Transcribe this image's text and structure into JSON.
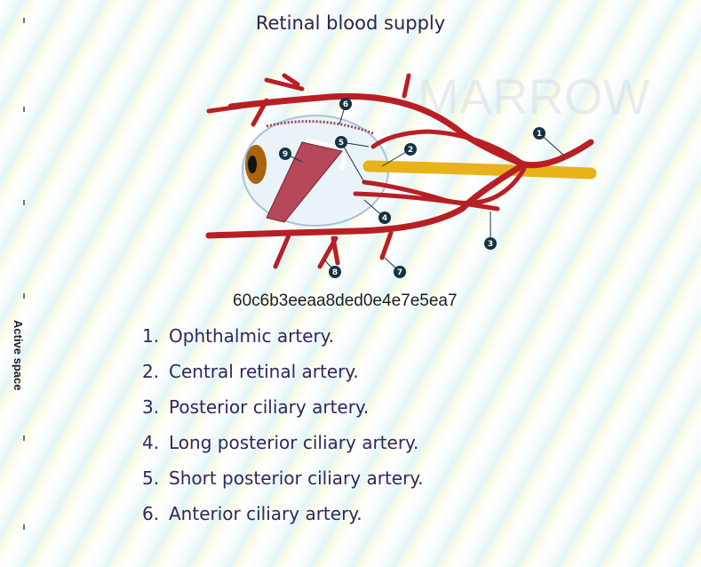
{
  "title": "Retinal blood supply",
  "side_label": "Active space",
  "watermark": "MARROW",
  "diagram": {
    "labels": [
      "1",
      "2",
      "3",
      "4",
      "5",
      "6",
      "7",
      "8",
      "9"
    ],
    "id_text": "60c6b3eeaa8ded0e4e7e5ea7",
    "colors": {
      "artery": "#b81f25",
      "nerve": "#e8b21a",
      "label": "#163240"
    }
  },
  "list": [
    {
      "num": "1.",
      "text": "Ophthalmic artery."
    },
    {
      "num": "2.",
      "text": "Central retinal artery."
    },
    {
      "num": "3.",
      "text": "Posterior ciliary artery."
    },
    {
      "num": "4.",
      "text": "Long posterior ciliary artery."
    },
    {
      "num": "5.",
      "text": "Short posterior ciliary artery."
    },
    {
      "num": "6.",
      "text": "Anterior ciliary artery."
    }
  ]
}
